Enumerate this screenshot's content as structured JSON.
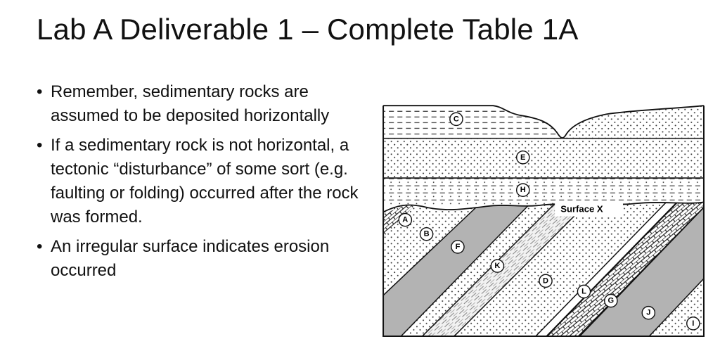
{
  "slide": {
    "title": "Lab A Deliverable 1 – Complete Table 1A"
  },
  "bullets": [
    {
      "text": "Remember, sedimentary rocks are assumed to be deposited horizontally"
    },
    {
      "text": "If a sedimentary rock is not horizontal, a tectonic “disturbance” of some sort (e.g. faulting or folding) occurred after the rock was formed."
    },
    {
      "text": "An irregular surface indicates erosion occurred"
    }
  ],
  "bullet_symbol": "•",
  "diagram": {
    "surface_label": "Surface X",
    "unit_labels": {
      "A": "A",
      "B": "B",
      "C": "C",
      "D": "D",
      "E": "E",
      "F": "F",
      "G": "G",
      "H": "H",
      "I": "I",
      "J": "J",
      "K": "K",
      "L": "L"
    }
  }
}
